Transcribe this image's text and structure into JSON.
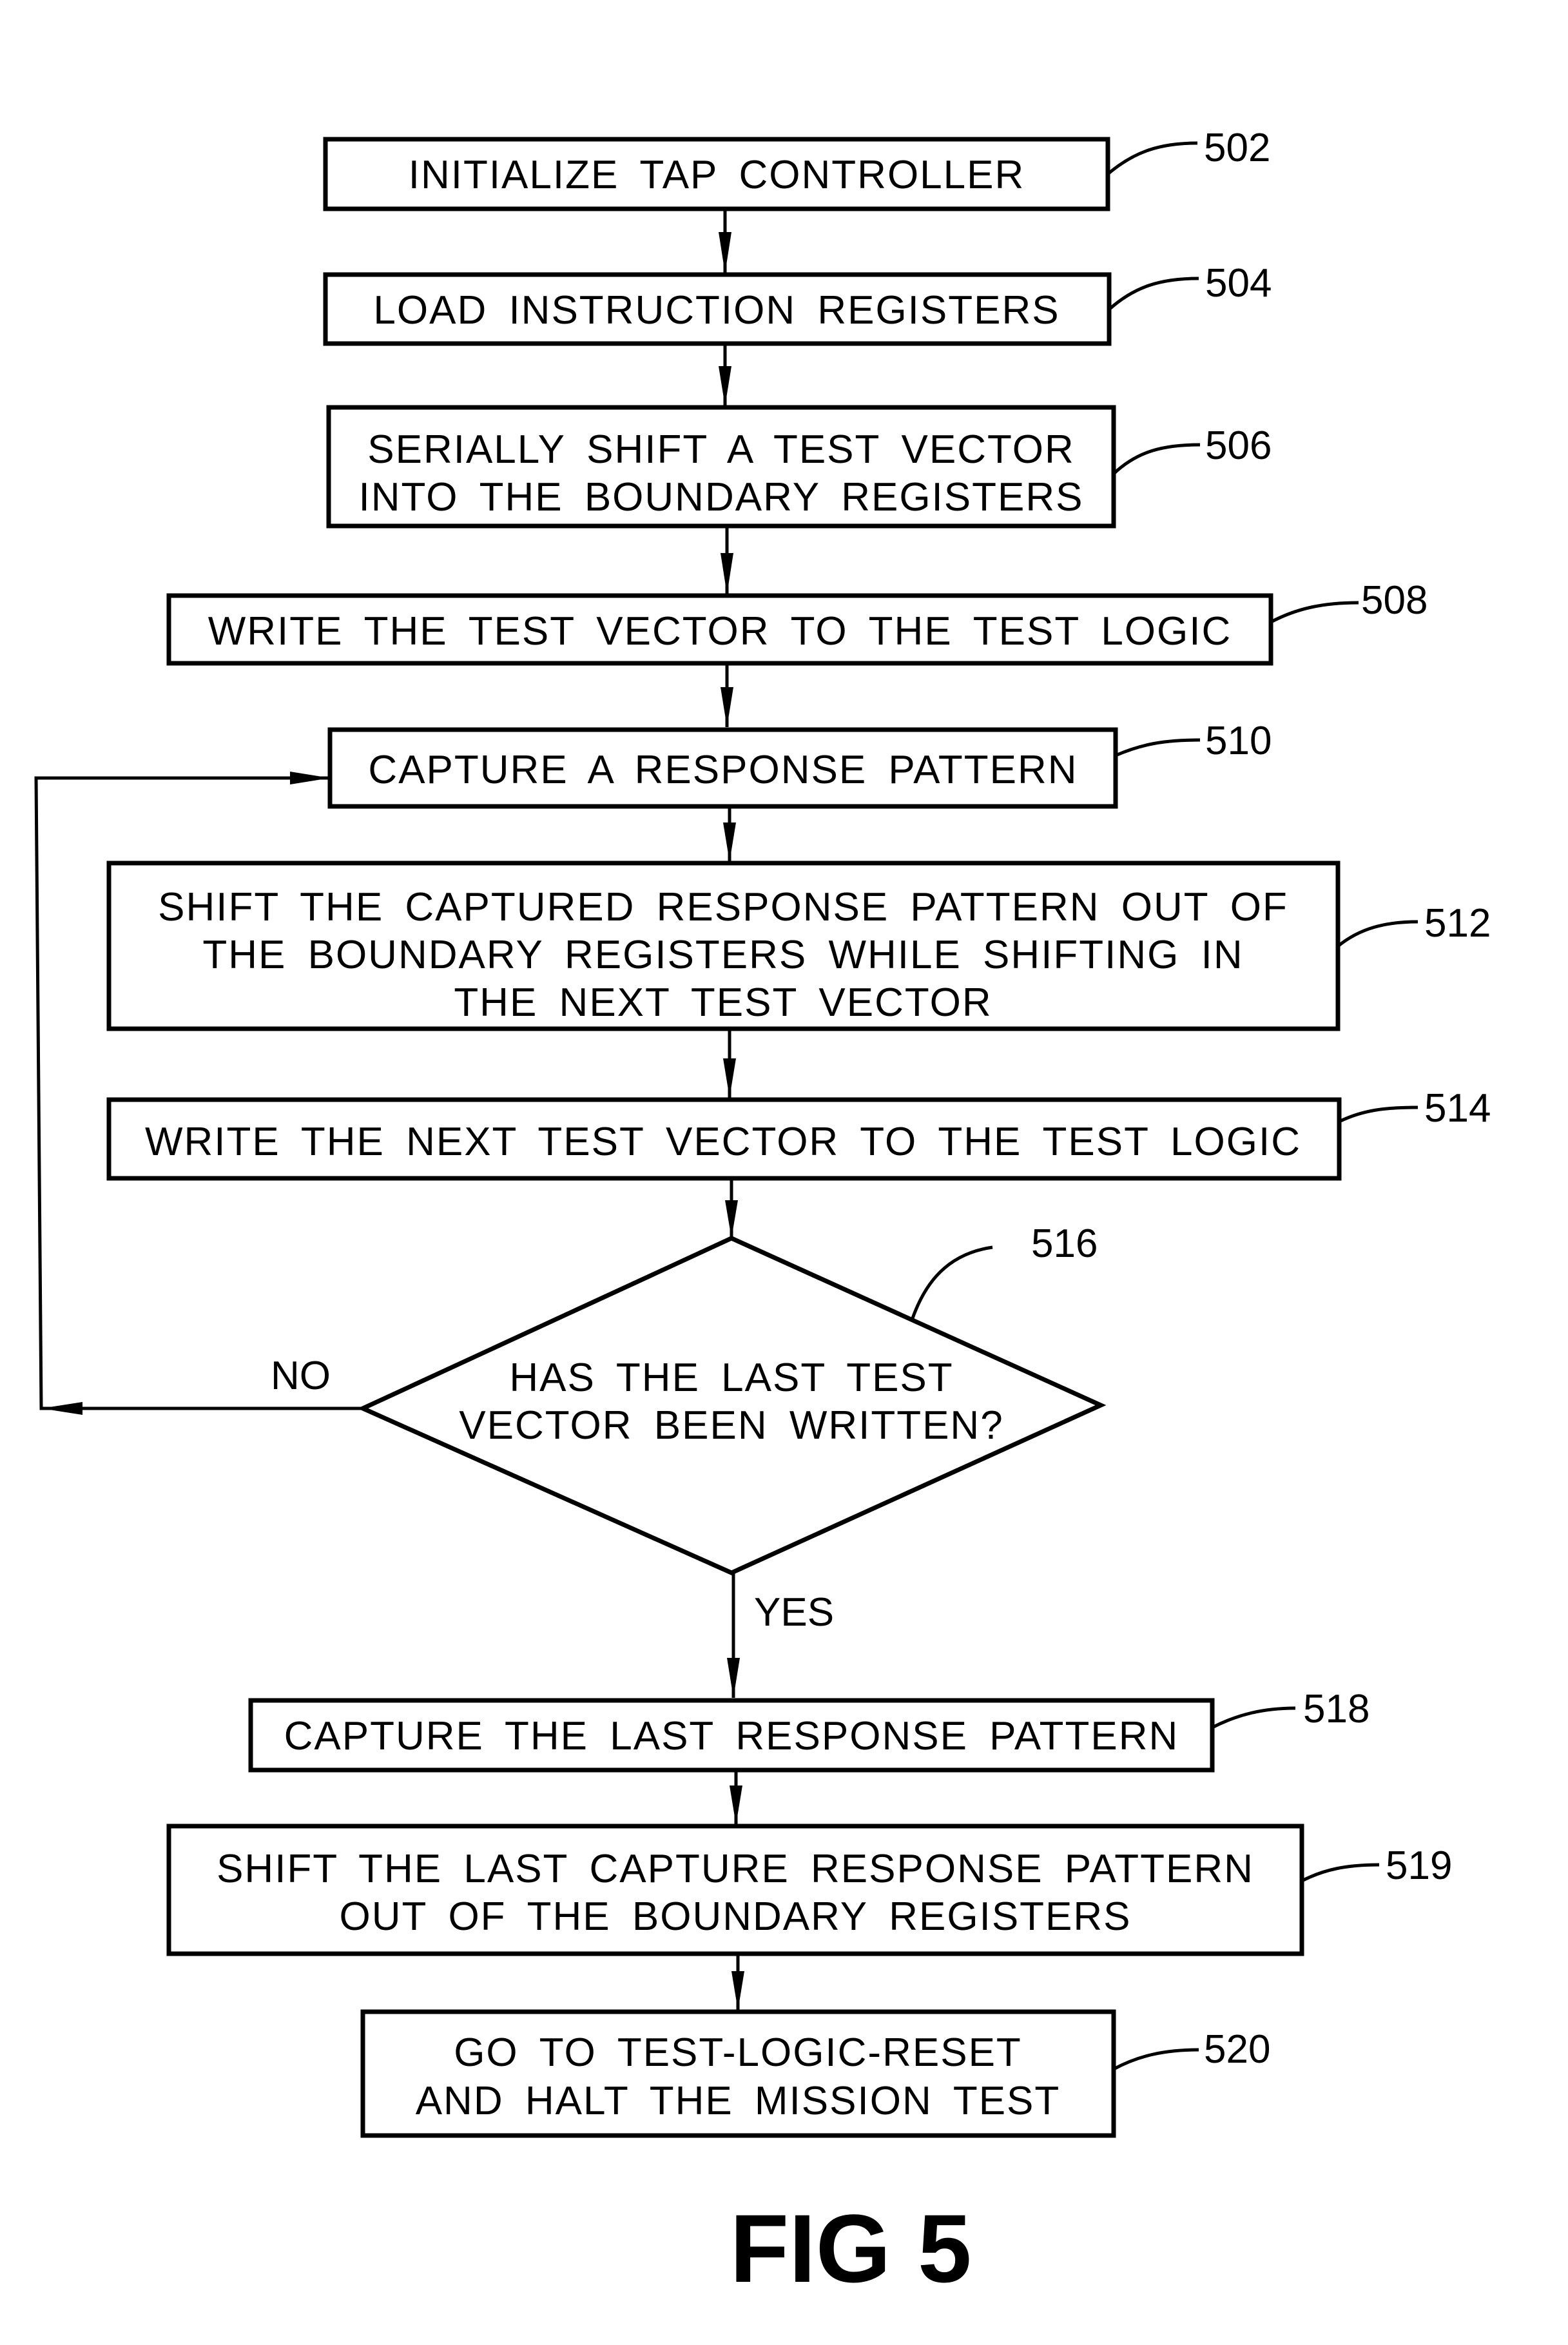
{
  "figure": {
    "caption": "FIG 5",
    "colors": {
      "stroke": "#000000",
      "background": "#ffffff"
    }
  },
  "steps": [
    {
      "ref": "502",
      "lines": [
        "INITIALIZE TAP CONTROLLER"
      ]
    },
    {
      "ref": "504",
      "lines": [
        "LOAD INSTRUCTION REGISTERS"
      ]
    },
    {
      "ref": "506",
      "lines": [
        "SERIALLY SHIFT A TEST VECTOR",
        "INTO THE BOUNDARY REGISTERS"
      ]
    },
    {
      "ref": "508",
      "lines": [
        "WRITE THE TEST VECTOR TO THE TEST LOGIC"
      ]
    },
    {
      "ref": "510",
      "lines": [
        "CAPTURE A RESPONSE PATTERN"
      ]
    },
    {
      "ref": "512",
      "lines": [
        "SHIFT THE CAPTURED RESPONSE PATTERN OUT OF",
        "THE BOUNDARY REGISTERS WHILE SHIFTING IN",
        "THE NEXT TEST VECTOR"
      ]
    },
    {
      "ref": "514",
      "lines": [
        "WRITE THE NEXT TEST VECTOR TO THE TEST LOGIC"
      ]
    },
    {
      "ref": "518",
      "lines": [
        "CAPTURE THE LAST RESPONSE PATTERN"
      ]
    },
    {
      "ref": "519",
      "lines": [
        "SHIFT THE LAST CAPTURE RESPONSE PATTERN",
        "OUT OF THE BOUNDARY REGISTERS"
      ]
    },
    {
      "ref": "520",
      "lines": [
        "GO TO TEST-LOGIC-RESET",
        "AND HALT THE MISSION TEST"
      ]
    }
  ],
  "decision": {
    "ref": "516",
    "lines": [
      "HAS THE LAST TEST",
      "VECTOR BEEN WRITTEN?"
    ],
    "no_label": "NO",
    "yes_label": "YES"
  }
}
